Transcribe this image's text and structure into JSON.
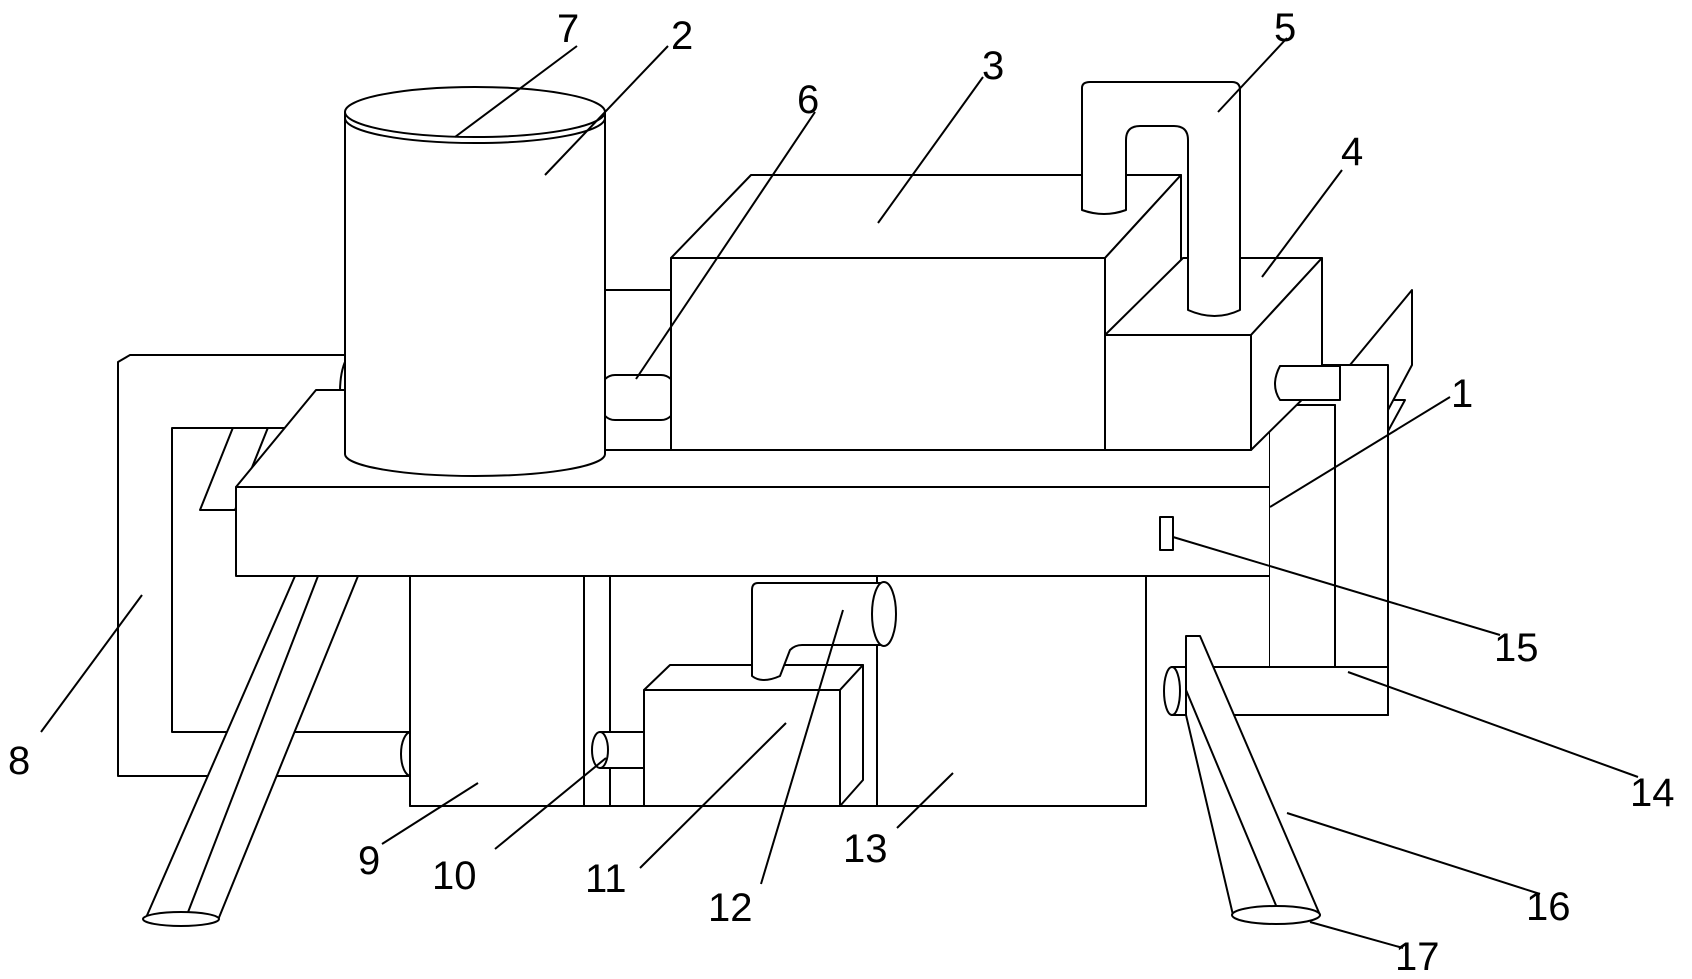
{
  "figure": {
    "reference_numerals": {
      "r1": "1",
      "r2": "2",
      "r3": "3",
      "r4": "4",
      "r5": "5",
      "r6": "6",
      "r7": "7",
      "r8": "8",
      "r9": "9",
      "r10": "10",
      "r11": "11",
      "r12": "12",
      "r13": "13",
      "r14": "14",
      "r15": "15",
      "r16": "16",
      "r17": "17"
    }
  }
}
